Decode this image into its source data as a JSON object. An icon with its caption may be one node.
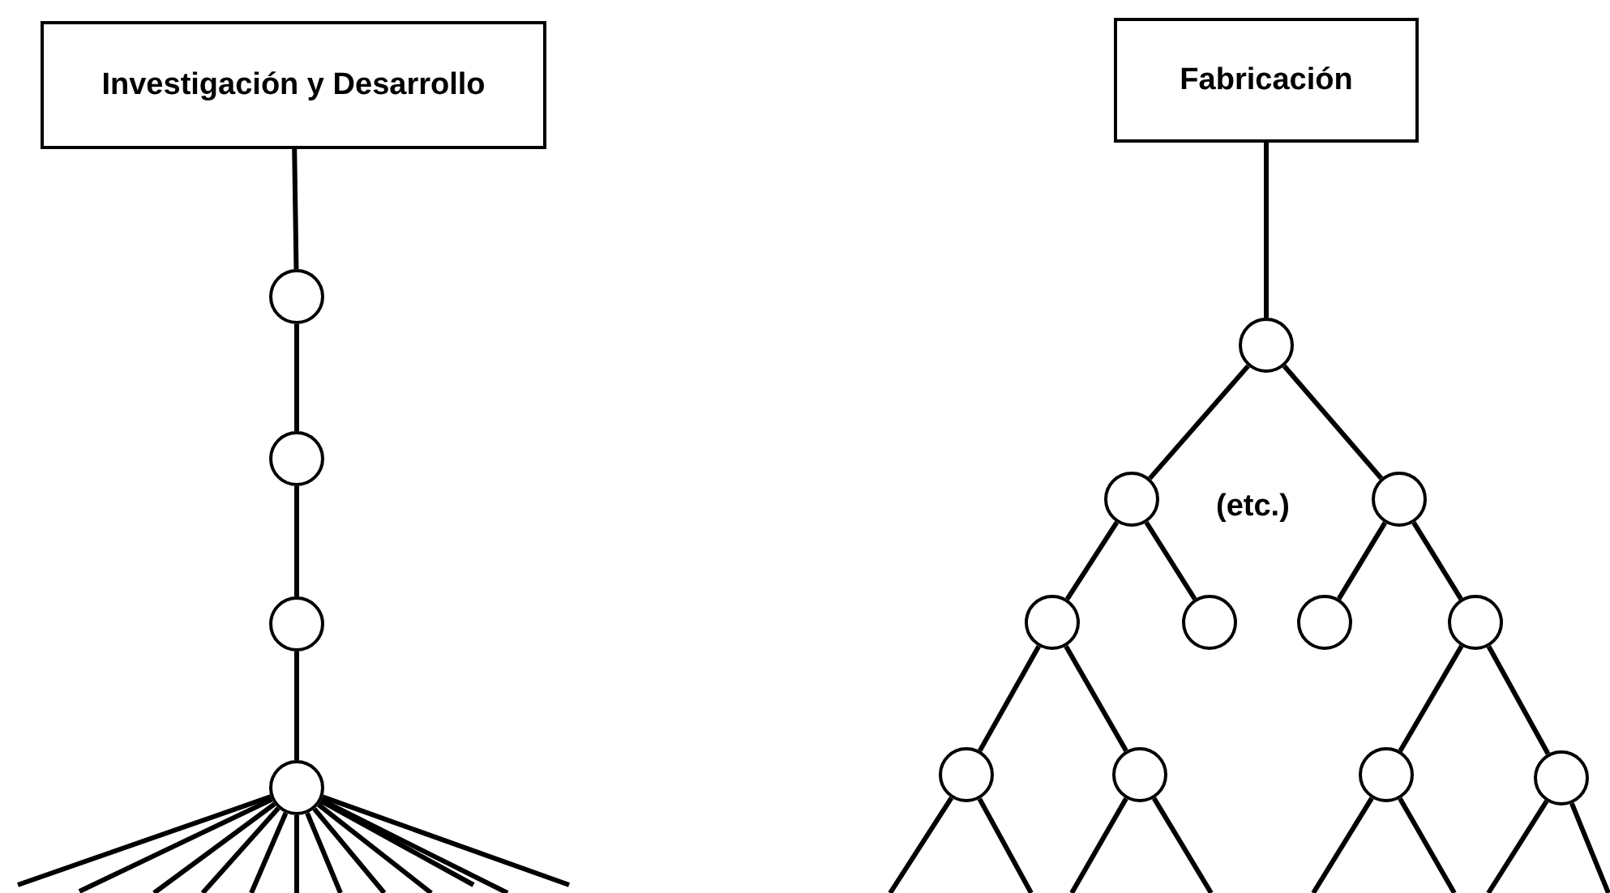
{
  "diagram": {
    "nodes": [
      {
        "text": [
          "Investigación y Desarrollo"
        ]
      },
      {
        "text": [],
        "shape": "circle"
      },
      {
        "text": [],
        "shape": "circle"
      },
      {
        "text": [],
        "shape": "circle"
      },
      {
        "text": [],
        "shape": "circle"
      },
      {
        "text": [
          "Fabricación"
        ]
      },
      {
        "text": [],
        "shape": "circle"
      },
      {
        "text": [],
        "shape": "circle"
      },
      {
        "text": [],
        "shape": "circle"
      },
      {
        "text": [],
        "shape": "circle"
      },
      {
        "text": [],
        "shape": "circle"
      },
      {
        "text": [],
        "shape": "circle"
      },
      {
        "text": [],
        "shape": "circle"
      },
      {
        "text": [],
        "shape": "circle"
      },
      {
        "text": [],
        "shape": "circle"
      },
      {
        "text": [],
        "shape": "circle"
      },
      {
        "text": [],
        "shape": "circle"
      }
    ],
    "edges": [
      {
        "from": 0,
        "to": 1,
        "arrow": "none"
      },
      {
        "from": 1,
        "to": 2,
        "arrow": "none"
      },
      {
        "from": 2,
        "to": 3,
        "arrow": "none"
      },
      {
        "from": 3,
        "to": 4,
        "arrow": "none"
      },
      {
        "from": 4,
        "to": null,
        "arrow": "none"
      },
      {
        "from": 4,
        "to": null,
        "arrow": "none"
      },
      {
        "from": 4,
        "to": null,
        "arrow": "none"
      },
      {
        "from": 4,
        "to": null,
        "arrow": "none"
      },
      {
        "from": 4,
        "to": null,
        "arrow": "none"
      },
      {
        "from": 4,
        "to": null,
        "arrow": "none"
      },
      {
        "from": 4,
        "to": null,
        "arrow": "none"
      },
      {
        "from": 4,
        "to": null,
        "arrow": "none"
      },
      {
        "from": 4,
        "to": null,
        "arrow": "none"
      },
      {
        "from": 4,
        "to": null,
        "arrow": "none"
      },
      {
        "from": 4,
        "to": null,
        "arrow": "none"
      },
      {
        "from": 4,
        "to": null,
        "arrow": "none"
      },
      {
        "from": 5,
        "to": 6,
        "arrow": "none"
      },
      {
        "from": 6,
        "to": 7,
        "arrow": "none"
      },
      {
        "from": 6,
        "to": 8,
        "arrow": "none"
      },
      {
        "from": 7,
        "to": 9,
        "arrow": "none"
      },
      {
        "from": 7,
        "to": 10,
        "arrow": "none"
      },
      {
        "from": 8,
        "to": 11,
        "arrow": "none"
      },
      {
        "from": 8,
        "to": 12,
        "arrow": "none"
      },
      {
        "from": 9,
        "to": 13,
        "arrow": "none"
      },
      {
        "from": 9,
        "to": 14,
        "arrow": "none"
      },
      {
        "from": 12,
        "to": 15,
        "arrow": "none"
      },
      {
        "from": 12,
        "to": 16,
        "arrow": "none"
      },
      {
        "from": 13,
        "to": null,
        "arrow": "none"
      },
      {
        "from": 13,
        "to": null,
        "arrow": "none"
      },
      {
        "from": 14,
        "to": null,
        "arrow": "none"
      },
      {
        "from": 14,
        "to": null,
        "arrow": "none"
      },
      {
        "from": 15,
        "to": null,
        "arrow": "none"
      },
      {
        "from": 15,
        "to": null,
        "arrow": "none"
      },
      {
        "from": 16,
        "to": null,
        "arrow": "none"
      },
      {
        "from": 16,
        "to": null,
        "arrow": "none"
      }
    ],
    "labels": [
      "(etc.)"
    ]
  }
}
